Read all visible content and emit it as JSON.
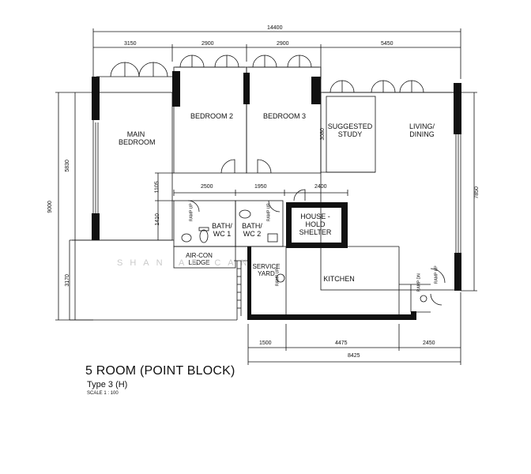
{
  "plan_title": "5 ROOM (POINT BLOCK)",
  "plan_type": "Type 3 (H)",
  "plan_scale": "SCALE 1 : 100",
  "watermark": "SHAN ARICAN",
  "rooms": {
    "main_bedroom": "MAIN BEDROOM",
    "bedroom_2": "BEDROOM 2",
    "bedroom_3": "BEDROOM 3",
    "suggested_study": "SUGGESTED STUDY",
    "living_dining": "LIVING/ DINING",
    "bath_wc_1": "BATH/ WC 1",
    "bath_wc_2": "BATH/ WC 2",
    "household_shelter": "HOUSE -HOLD SHELTER",
    "aircon_ledge": "AIR-CON LEDGE",
    "service_yard": "SERVICE YARD",
    "kitchen": "KITCHEN"
  },
  "dimensions": {
    "top_total": "14400",
    "top_1": "3150",
    "top_2": "2900",
    "top_3": "2900",
    "top_4": "5450",
    "left_total": "9000",
    "left_1": "5830",
    "left_2": "1105",
    "left_3": "1410",
    "left_4": "3170",
    "mid_1": "2500",
    "mid_2": "1950",
    "mid_3": "2400",
    "study_depth": "3080",
    "right_depth": "7850",
    "bottom_1": "1500",
    "bottom_2": "4475",
    "bottom_3": "2450",
    "bottom_total": "8425"
  },
  "small_labels": {
    "ramp_1": "RAMP UP",
    "ramp_2": "RAMP UP",
    "ramp_3": "RAMP UP",
    "ramp_4": "RAMP DN",
    "ramp_5": "RAMP UP"
  }
}
